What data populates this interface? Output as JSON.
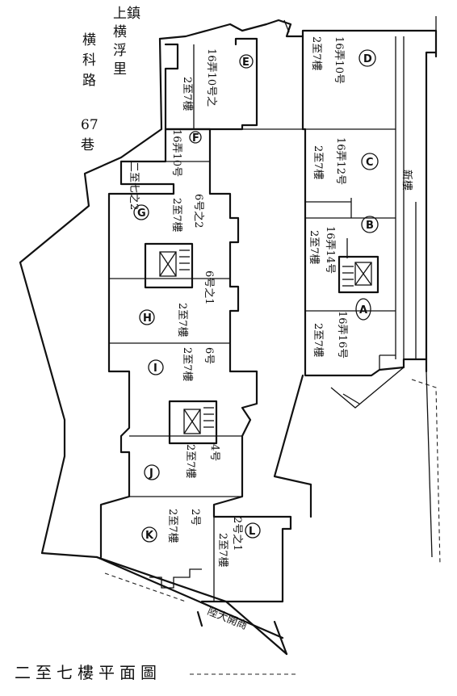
{
  "address": [
    "上鎮",
    "横",
    "浮",
    "里",
    "横",
    "科",
    "路",
    "67",
    "巷"
  ],
  "units": [
    {
      "id": "E",
      "text": [
        "2至7樓",
        "16弄10号之"
      ]
    },
    {
      "id": "D",
      "text": [
        "2至7樓",
        "16弄10号"
      ]
    },
    {
      "id": "C",
      "text": [
        "2至7樓",
        "16弄12号"
      ]
    },
    {
      "id": "F",
      "text": [
        "16弄10号",
        "二至七之2"
      ]
    },
    {
      "id": "G",
      "text": [
        "2至7樓",
        "6号之2"
      ]
    },
    {
      "id": "B",
      "text": [
        "2至7樓",
        "16弄14号"
      ]
    },
    {
      "id": "A",
      "text": [
        "2至7樓",
        "16弄16号"
      ]
    },
    {
      "id": "H",
      "text": [
        "2至7樓",
        "6号之1"
      ]
    },
    {
      "id": "I",
      "text": [
        "2至7樓",
        "6号"
      ]
    },
    {
      "id": "J",
      "text": [
        "2至7樓",
        "4号"
      ]
    },
    {
      "id": "K",
      "text": [
        "2至7樓",
        "2号"
      ]
    },
    {
      "id": "L",
      "text": [
        "2至7樓",
        "2号之1"
      ]
    }
  ],
  "side_label": "新樓",
  "road_label": "陸大開商",
  "plan_title": "二至七樓平面圖"
}
